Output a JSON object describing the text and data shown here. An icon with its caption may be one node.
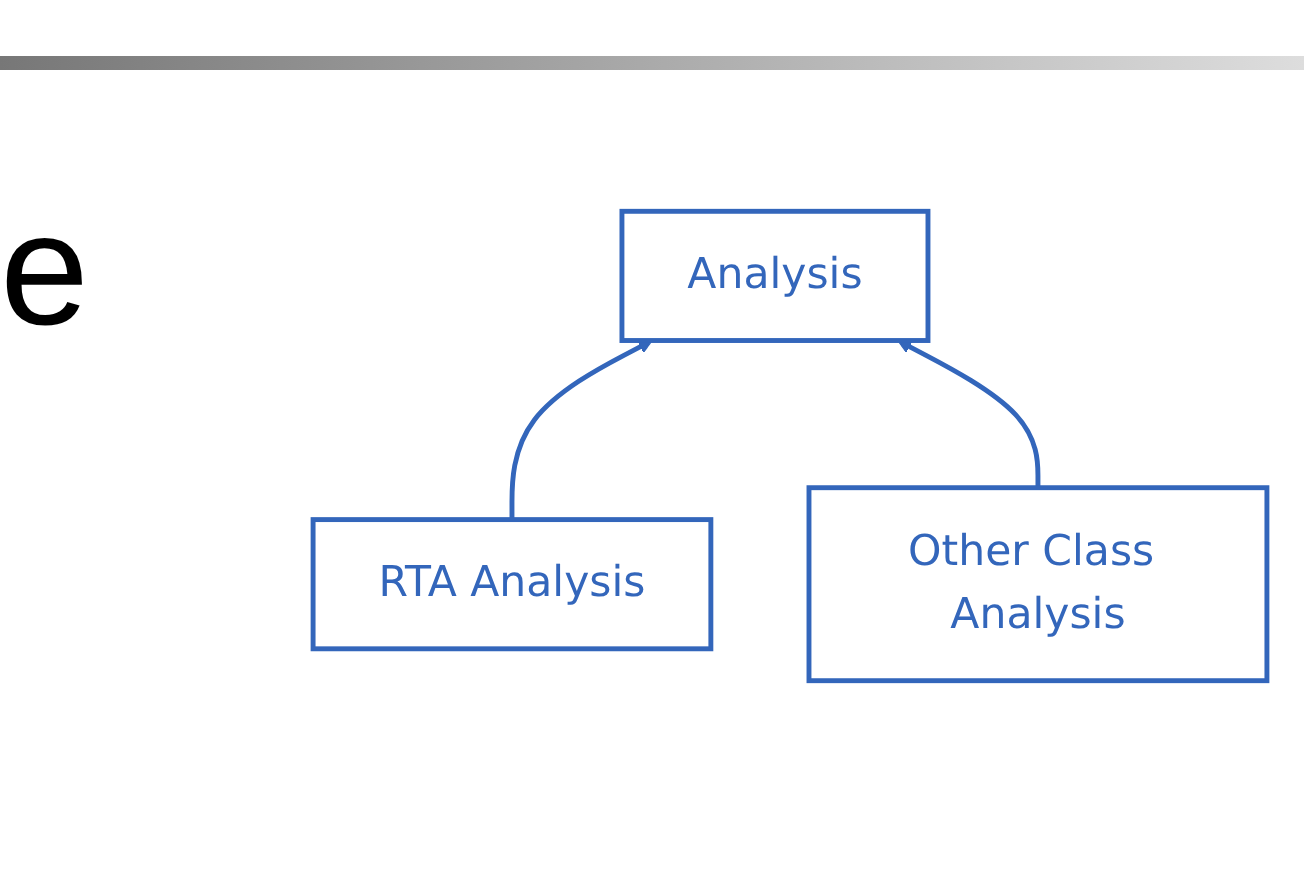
{
  "diagram": {
    "nodes": [
      {
        "text": [
          "Analysis"
        ]
      },
      {
        "text": [
          "RTA Analysis"
        ]
      },
      {
        "text": [
          "Other Class Analysis"
        ]
      }
    ],
    "edges": [
      {
        "from": 1,
        "to": 0,
        "arrow": "to"
      },
      {
        "from": 2,
        "to": 0,
        "arrow": "to"
      }
    ],
    "labels": [
      "e"
    ]
  }
}
